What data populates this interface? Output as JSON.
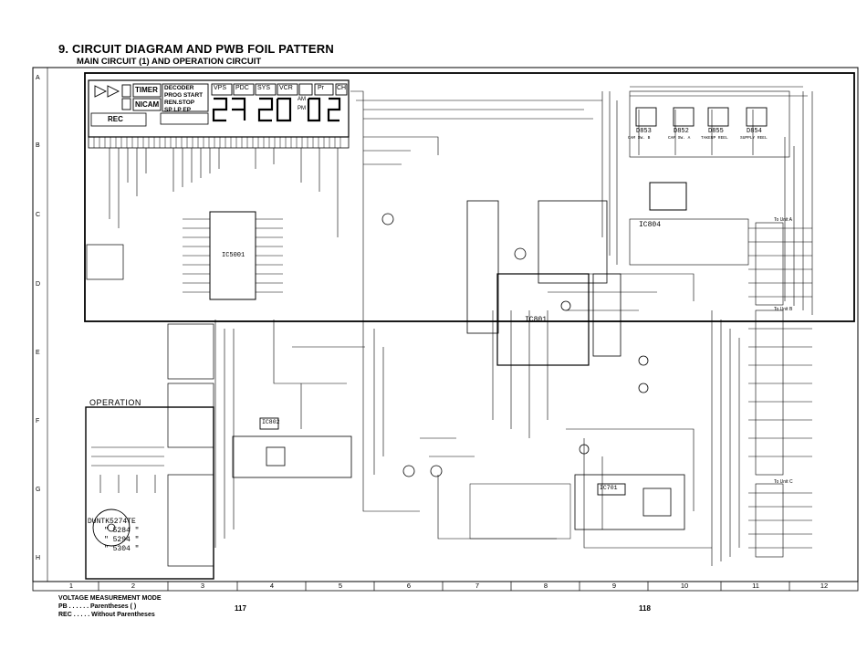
{
  "heading": {
    "title": "9. CIRCUIT DIAGRAM AND PWB FOIL PATTERN",
    "subtitle": "MAIN CIRCUIT (1) AND OPERATION CIRCUIT"
  },
  "grid": {
    "rows": [
      "A",
      "B",
      "C",
      "D",
      "E",
      "F",
      "G",
      "H"
    ],
    "columns": [
      "1",
      "2",
      "3",
      "4",
      "5",
      "6",
      "7",
      "8",
      "9",
      "10",
      "11",
      "12"
    ]
  },
  "display_panel": {
    "segments_left": [
      "TIMER",
      "NICAM"
    ],
    "segments_mid": [
      "DECODER",
      "PROG START",
      "REN.STOP",
      "SP LP EP"
    ],
    "badges": [
      "VPS",
      "PDC",
      "SYS",
      "VCR",
      "Pr",
      "CH"
    ],
    "ampm": [
      "AM",
      "PM"
    ],
    "rec_label": "REC"
  },
  "ics": {
    "ic5001": "IC5001",
    "ic801": "IC801",
    "ic804": "IC804",
    "ic802": "IC802",
    "ic701": "IC701"
  },
  "leds": [
    {
      "name": "D853",
      "desc": "CAM SW. B"
    },
    {
      "name": "D852",
      "desc": "CAM SW. A"
    },
    {
      "name": "D855",
      "desc": "TAKEUP REEL"
    },
    {
      "name": "D854",
      "desc": "SUPPLY REEL"
    }
  ],
  "operation": {
    "label": "OPERATION",
    "part_lines": [
      "DUNTK5274TE",
      "\" 5284 \"",
      "\" 5294 \"",
      "\" 5304 \""
    ]
  },
  "footer": {
    "voltage_title": "VOLTAGE MEASUREMENT MODE",
    "pb": "PB . . . . . . Parentheses (   )",
    "rec": "REC . . . . . Without Parentheses",
    "page_left": "117",
    "page_right": "118"
  },
  "connectors": {
    "to_a": "To Unit A",
    "to_b": "To Unit B",
    "to_c": "To Unit C"
  }
}
